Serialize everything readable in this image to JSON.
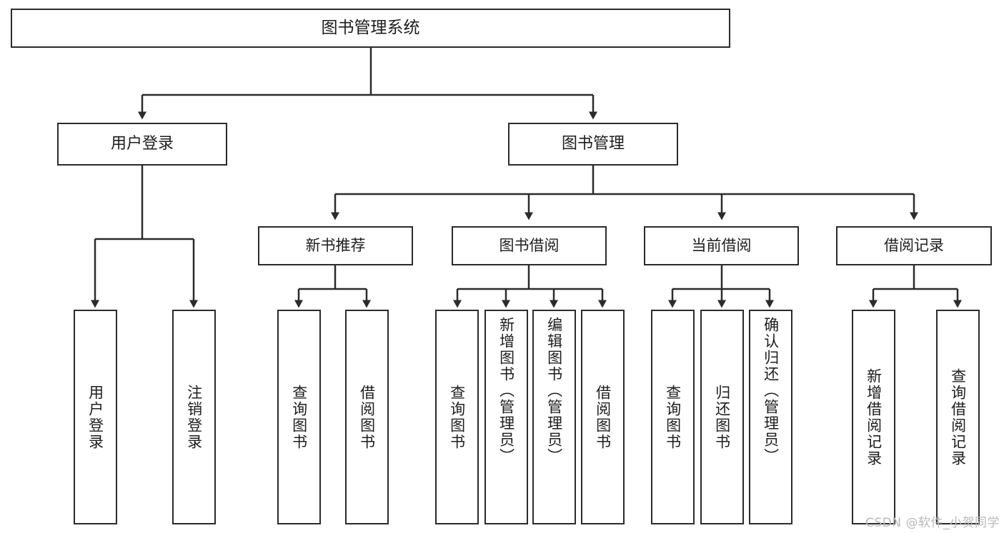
{
  "diagram": {
    "title": "图书管理系统",
    "type": "tree-hierarchy",
    "watermark": "CSDN @软件_小贺同学",
    "colors": {
      "stroke": "#2b2b2b",
      "fill": "#ffffff",
      "text": "#1d1d1d",
      "watermark": "#b9b9b9"
    },
    "nodes": {
      "root": {
        "label": "图书管理系统"
      },
      "level2": [
        {
          "id": "user-login",
          "label": "用户登录"
        },
        {
          "id": "book-manage",
          "label": "图书管理"
        }
      ],
      "level3": [
        {
          "id": "new-book-recommend",
          "label": "新书推荐"
        },
        {
          "id": "book-borrow",
          "label": "图书借阅"
        },
        {
          "id": "current-borrow",
          "label": "当前借阅"
        },
        {
          "id": "borrow-record",
          "label": "借阅记录"
        }
      ],
      "leaves": [
        {
          "id": "leaf-user-login",
          "label": "用户登录",
          "parent": "user-login"
        },
        {
          "id": "leaf-user-logout",
          "label": "注销登录",
          "parent": "user-login"
        },
        {
          "id": "leaf-query-book-1",
          "label": "查询图书",
          "parent": "new-book-recommend"
        },
        {
          "id": "leaf-borrow-book-1",
          "label": "借阅图书",
          "parent": "new-book-recommend"
        },
        {
          "id": "leaf-query-book-2",
          "label": "查询图书",
          "parent": "book-borrow"
        },
        {
          "id": "leaf-add-book",
          "label": "新增图书（管理员）",
          "parent": "book-borrow"
        },
        {
          "id": "leaf-edit-book",
          "label": "编辑图书（管理员）",
          "parent": "book-borrow"
        },
        {
          "id": "leaf-borrow-book-2",
          "label": "借阅图书",
          "parent": "book-borrow"
        },
        {
          "id": "leaf-query-book-3",
          "label": "查询图书",
          "parent": "current-borrow"
        },
        {
          "id": "leaf-return-book",
          "label": "归还图书",
          "parent": "current-borrow"
        },
        {
          "id": "leaf-confirm-return",
          "label": "确认归还（管理员）",
          "parent": "current-borrow"
        },
        {
          "id": "leaf-add-record",
          "label": "新增借阅记录",
          "parent": "borrow-record"
        },
        {
          "id": "leaf-query-record",
          "label": "查询借阅记录",
          "parent": "borrow-record"
        }
      ]
    }
  }
}
